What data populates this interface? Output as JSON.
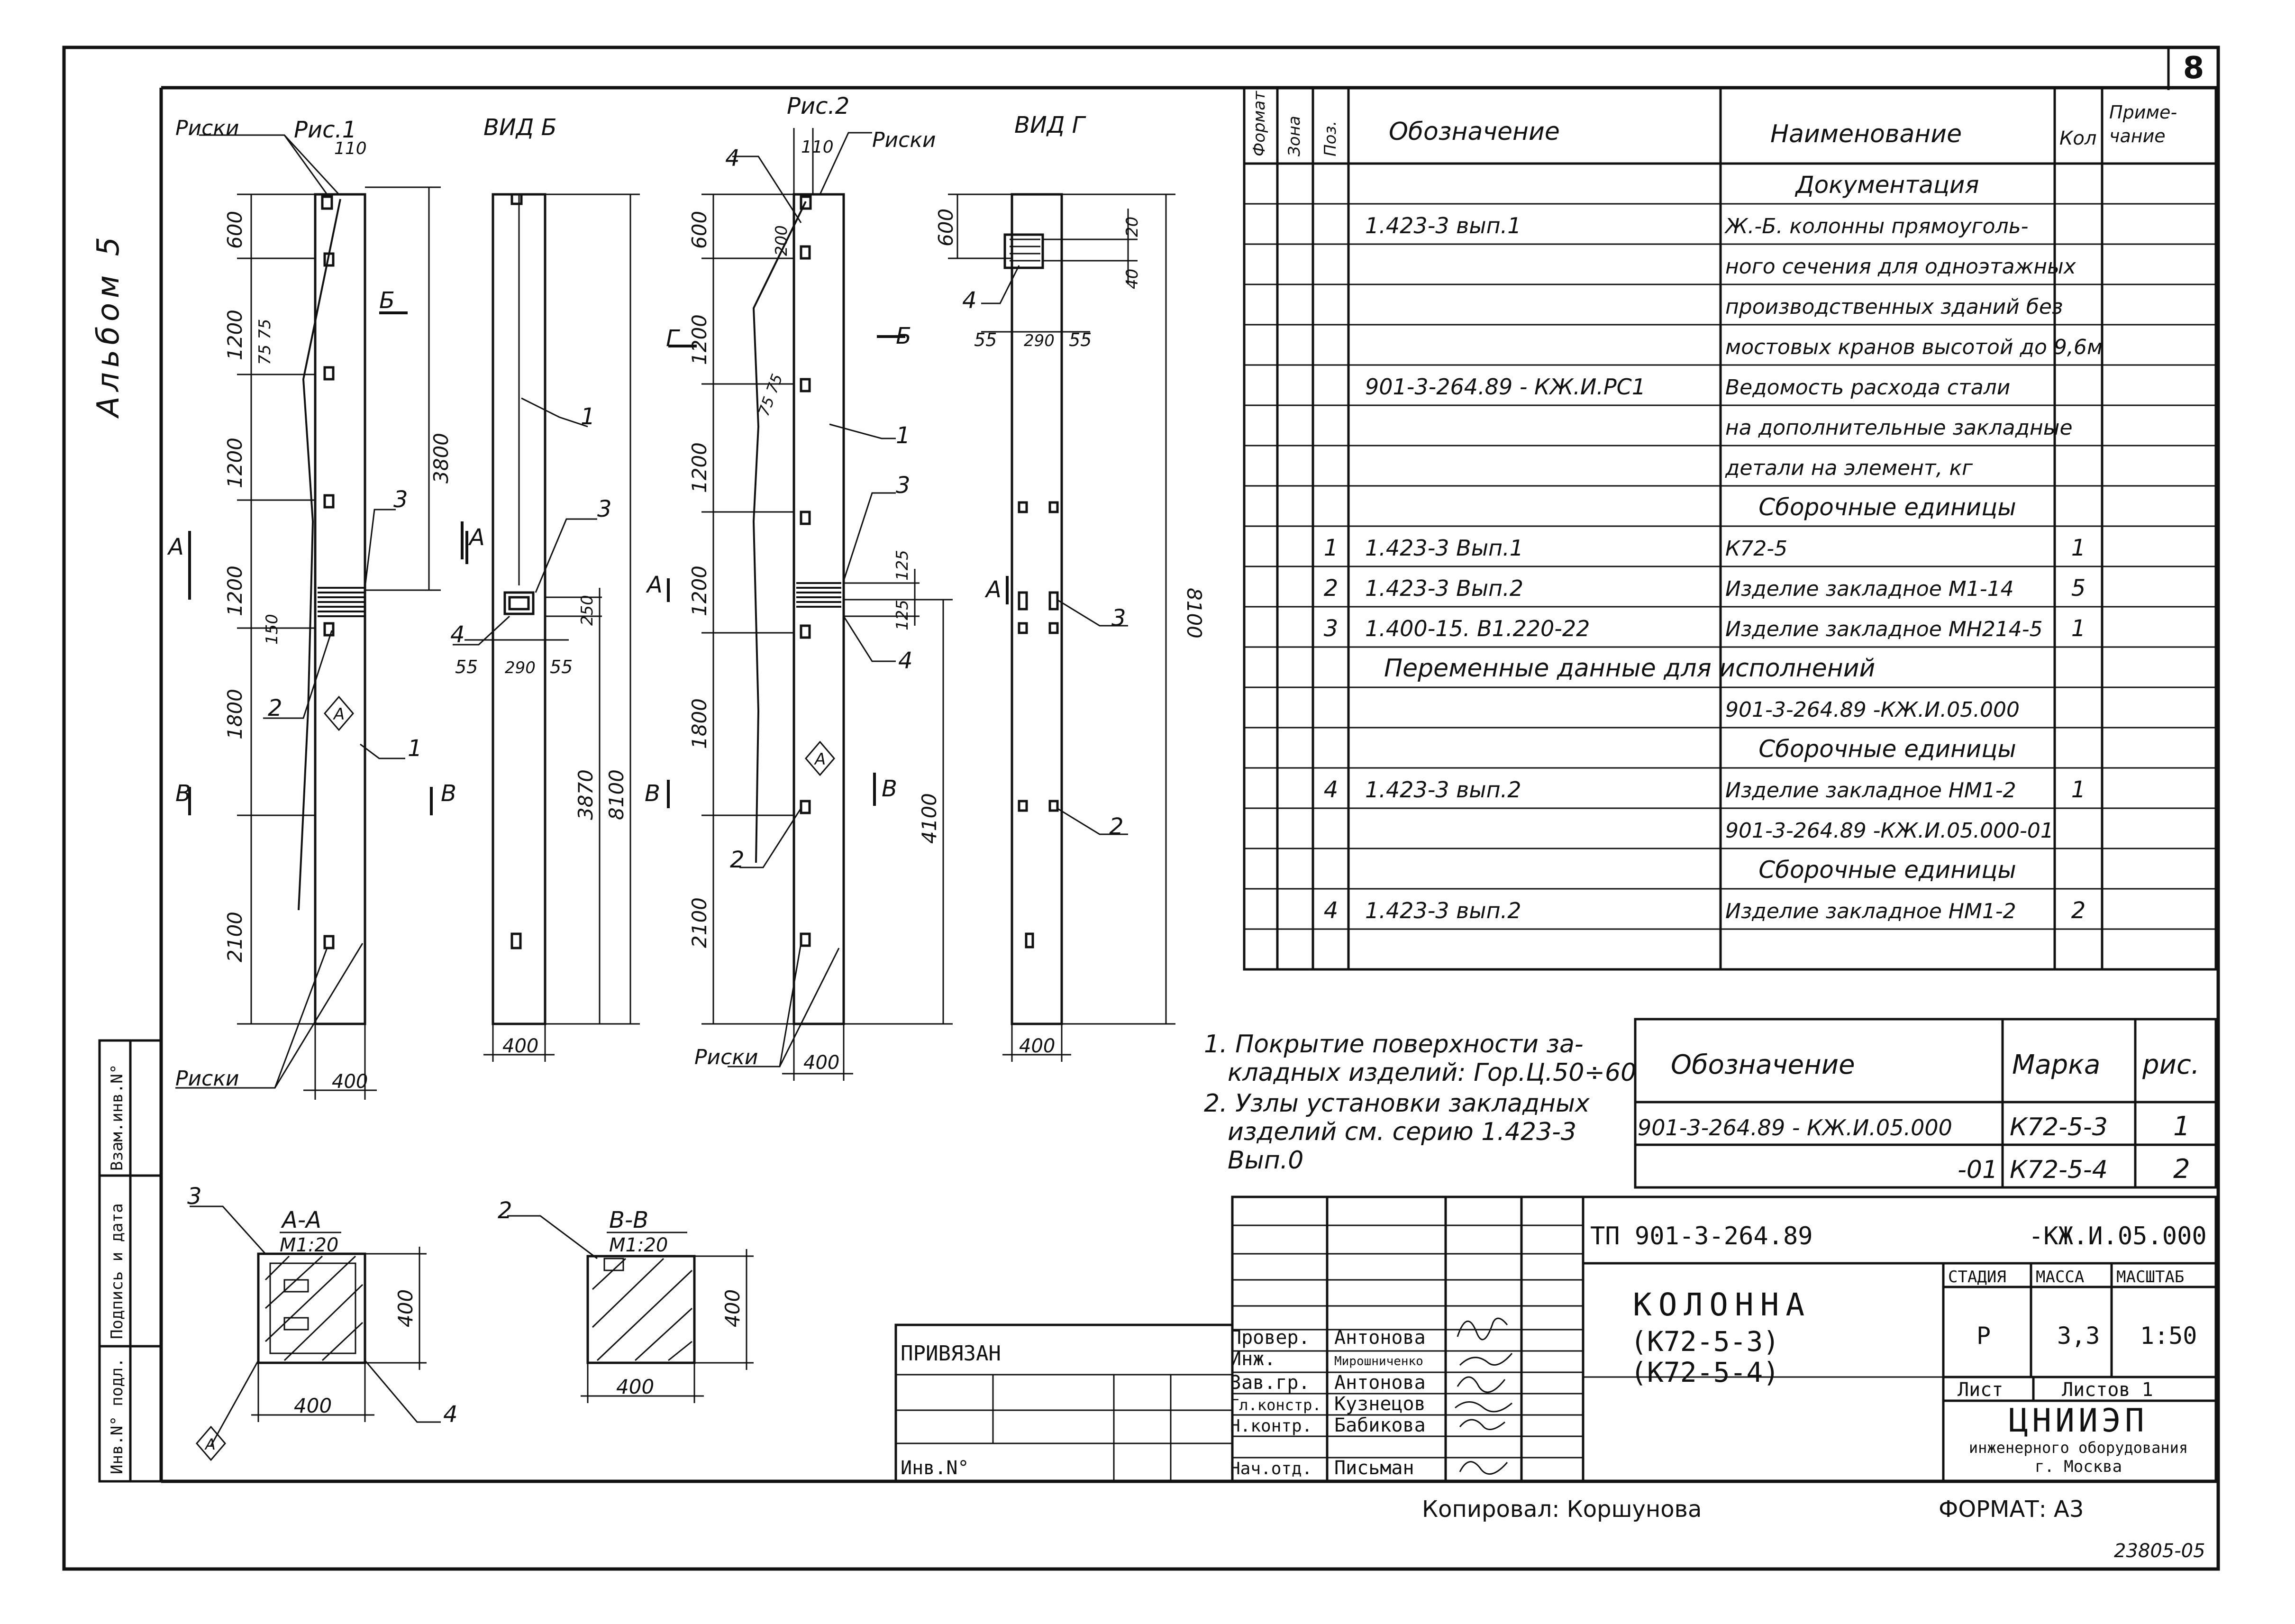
{
  "sheet": {
    "number": "8",
    "album": "Альбом 5",
    "copied_by": "Копировал: Коршунова",
    "format": "ФОРМАТ: А3",
    "stamp_no": "23805-05"
  },
  "fig1": {
    "title": "Рис.1",
    "label_riski_top": "Риски",
    "label_riski_bottom": "Риски",
    "dim_110": "110",
    "dims_left": [
      "600",
      "1200",
      "1200",
      "1200",
      "1800",
      "2100"
    ],
    "dim_75_75": "75 75",
    "dim_75": "75",
    "dim_150": "150",
    "dim_3800": "3800",
    "dim_400": "400",
    "section_b": "Б",
    "section_a": "А",
    "section_v_left": "В",
    "section_v_right": "В",
    "callout_3": "3",
    "callout_2": "2",
    "callout_1": "1",
    "mark_a": "А"
  },
  "view_b": {
    "title": "ВИД Б",
    "callout_1": "1",
    "callout_3": "3",
    "callout_4": "4",
    "dim_250": "250",
    "dim_3870": "3870",
    "dim_8100": "8100",
    "dim_55a": "55",
    "dim_290": "290",
    "dim_55b": "55",
    "dim_400": "400"
  },
  "fig2": {
    "title": "Рис.2",
    "label_riski_top": "Риски",
    "label_riski_bottom": "Риски",
    "dim_110": "110",
    "callout_4_top": "4",
    "dim_200": "200",
    "dims_left": [
      "600",
      "1200",
      "1200",
      "1200",
      "1800",
      "2100"
    ],
    "dim_75_75": "75 75",
    "section_g": "Г",
    "section_b": "Б",
    "section_a": "А",
    "section_v_left": "В",
    "section_v_right": "В",
    "callout_1": "1",
    "callout_3": "3",
    "callout_4": "4",
    "callout_2": "2",
    "dim_125a": "125",
    "dim_125b": "125",
    "dim_4100": "4100",
    "dim_400": "400",
    "mark_a": "А"
  },
  "view_g": {
    "title": "ВИД Г",
    "dim_600": "600",
    "dim_20": "20",
    "dim_40": "40",
    "callout_4": "4",
    "dim_55a": "55",
    "dim_290": "290",
    "dim_55b": "55",
    "dim_8100": "8100",
    "section_a": "А",
    "callout_3": "3",
    "callout_2": "2",
    "dim_400": "400"
  },
  "section_aa": {
    "title": "А-А",
    "scale": "М1:20",
    "callout_3": "3",
    "callout_4": "4",
    "dim_400_w": "400",
    "dim_400_h": "400",
    "mark_a": "А"
  },
  "section_vv": {
    "title": "В-В",
    "scale": "М1:20",
    "callout_2": "2",
    "dim_400_w": "400",
    "dim_400_h": "400"
  },
  "spec": {
    "headers": {
      "format": "Формат",
      "zone": "Зона",
      "pos": "Поз.",
      "designation": "Обозначение",
      "name": "Наименование",
      "qty": "Кол",
      "note": "Приме-\nчание"
    },
    "rows": [
      {
        "pos": "",
        "des": "",
        "name": "Документация",
        "qty": "",
        "section": true
      },
      {
        "pos": "",
        "des": "1.423-3 вып.1",
        "name": "Ж.-Б. колонны прямоуголь-",
        "qty": ""
      },
      {
        "pos": "",
        "des": "",
        "name": "ного сечения для одноэтажных",
        "qty": ""
      },
      {
        "pos": "",
        "des": "",
        "name": "производственных зданий без",
        "qty": ""
      },
      {
        "pos": "",
        "des": "",
        "name": "мостовых кранов высотой до 9,6м",
        "qty": ""
      },
      {
        "pos": "",
        "des": "901-3-264.89 - КЖ.И.РС1",
        "name": "Ведомость расхода стали",
        "qty": ""
      },
      {
        "pos": "",
        "des": "",
        "name": "на дополнительные закладные",
        "qty": ""
      },
      {
        "pos": "",
        "des": "",
        "name": "детали на элемент, кг",
        "qty": ""
      },
      {
        "pos": "",
        "des": "",
        "name": "Сборочные единицы",
        "qty": "",
        "section": true
      },
      {
        "pos": "1",
        "des": "1.423-3 Вып.1",
        "name": "К72-5",
        "qty": "1"
      },
      {
        "pos": "2",
        "des": "1.423-3 Вып.2",
        "name": "Изделие закладное М1-14",
        "qty": "5"
      },
      {
        "pos": "3",
        "des": "1.400-15. В1.220-22",
        "name": "Изделие закладное МН214-5",
        "qty": "1"
      },
      {
        "pos": "",
        "des": "Переменные данные для исполнений",
        "name": "",
        "qty": "",
        "wide": true
      },
      {
        "pos": "",
        "des": "",
        "name": "901-3-264.89 -КЖ.И.05.000",
        "qty": ""
      },
      {
        "pos": "",
        "des": "",
        "name": "Сборочные единицы",
        "qty": "",
        "section": true
      },
      {
        "pos": "4",
        "des": "1.423-3 вып.2",
        "name": "Изделие закладное НМ1-2",
        "qty": "1"
      },
      {
        "pos": "",
        "des": "",
        "name": "901-3-264.89 -КЖ.И.05.000-01",
        "qty": ""
      },
      {
        "pos": "",
        "des": "",
        "name": "Сборочные единицы",
        "qty": "",
        "section": true
      },
      {
        "pos": "4",
        "des": "1.423-3 вып.2",
        "name": "Изделие закладное НМ1-2",
        "qty": "2"
      },
      {
        "pos": "",
        "des": "",
        "name": "",
        "qty": ""
      }
    ]
  },
  "notes": [
    "1. Покрытие поверхности за-",
    "кладных изделий: Гор.Ц.50÷60",
    "2. Узлы установки закладных",
    "изделий см. серию 1.423-3",
    "Вып.0"
  ],
  "variants": {
    "headers": {
      "designation": "Обозначение",
      "mark": "Марка",
      "fig": "рис."
    },
    "rows": [
      {
        "des": "901-3-264.89 - КЖ.И.05.000",
        "mark": "К72-5-3",
        "fig": "1"
      },
      {
        "des": "-01",
        "mark": "К72-5-4",
        "fig": "2"
      }
    ]
  },
  "title_block": {
    "code": "ТП 901-3-264.89",
    "code_suffix": "-КЖ.И.05.000",
    "object_title": "КОЛОННА",
    "object_marks": [
      "(К72-5-3)",
      "(К72-5-4)"
    ],
    "stage_label": "СТАДИЯ",
    "mass_label": "МАССА",
    "scale_label": "МАСШТАБ",
    "stage": "Р",
    "mass": "3,3",
    "scale": "1:50",
    "sheet_label": "Лист",
    "sheets_label": "Листов 1",
    "org_name": "ЦНИИЭП",
    "org_line2": "инженерного оборудования",
    "org_line3": "г. Москва",
    "bound_label": "ПРИВЯЗАН",
    "inv_label": "Инв.N°",
    "roles": [
      {
        "role": "Провер.",
        "name": "Антонова"
      },
      {
        "role": "Инж.",
        "name": "Мирошниченко"
      },
      {
        "role": "Зав.гр.",
        "name": "Антонова"
      },
      {
        "role": "Гл.констр.",
        "name": "Кузнецов"
      },
      {
        "role": "Н.контр.",
        "name": "Бабикова"
      },
      {
        "role": "Нач.отд.",
        "name": "Письман"
      }
    ]
  },
  "side_stamp": {
    "inv_orig": "Инв.N° подл.",
    "sign_date": "Подпись и дата",
    "replace_inv": "Взам.инв.N°"
  }
}
